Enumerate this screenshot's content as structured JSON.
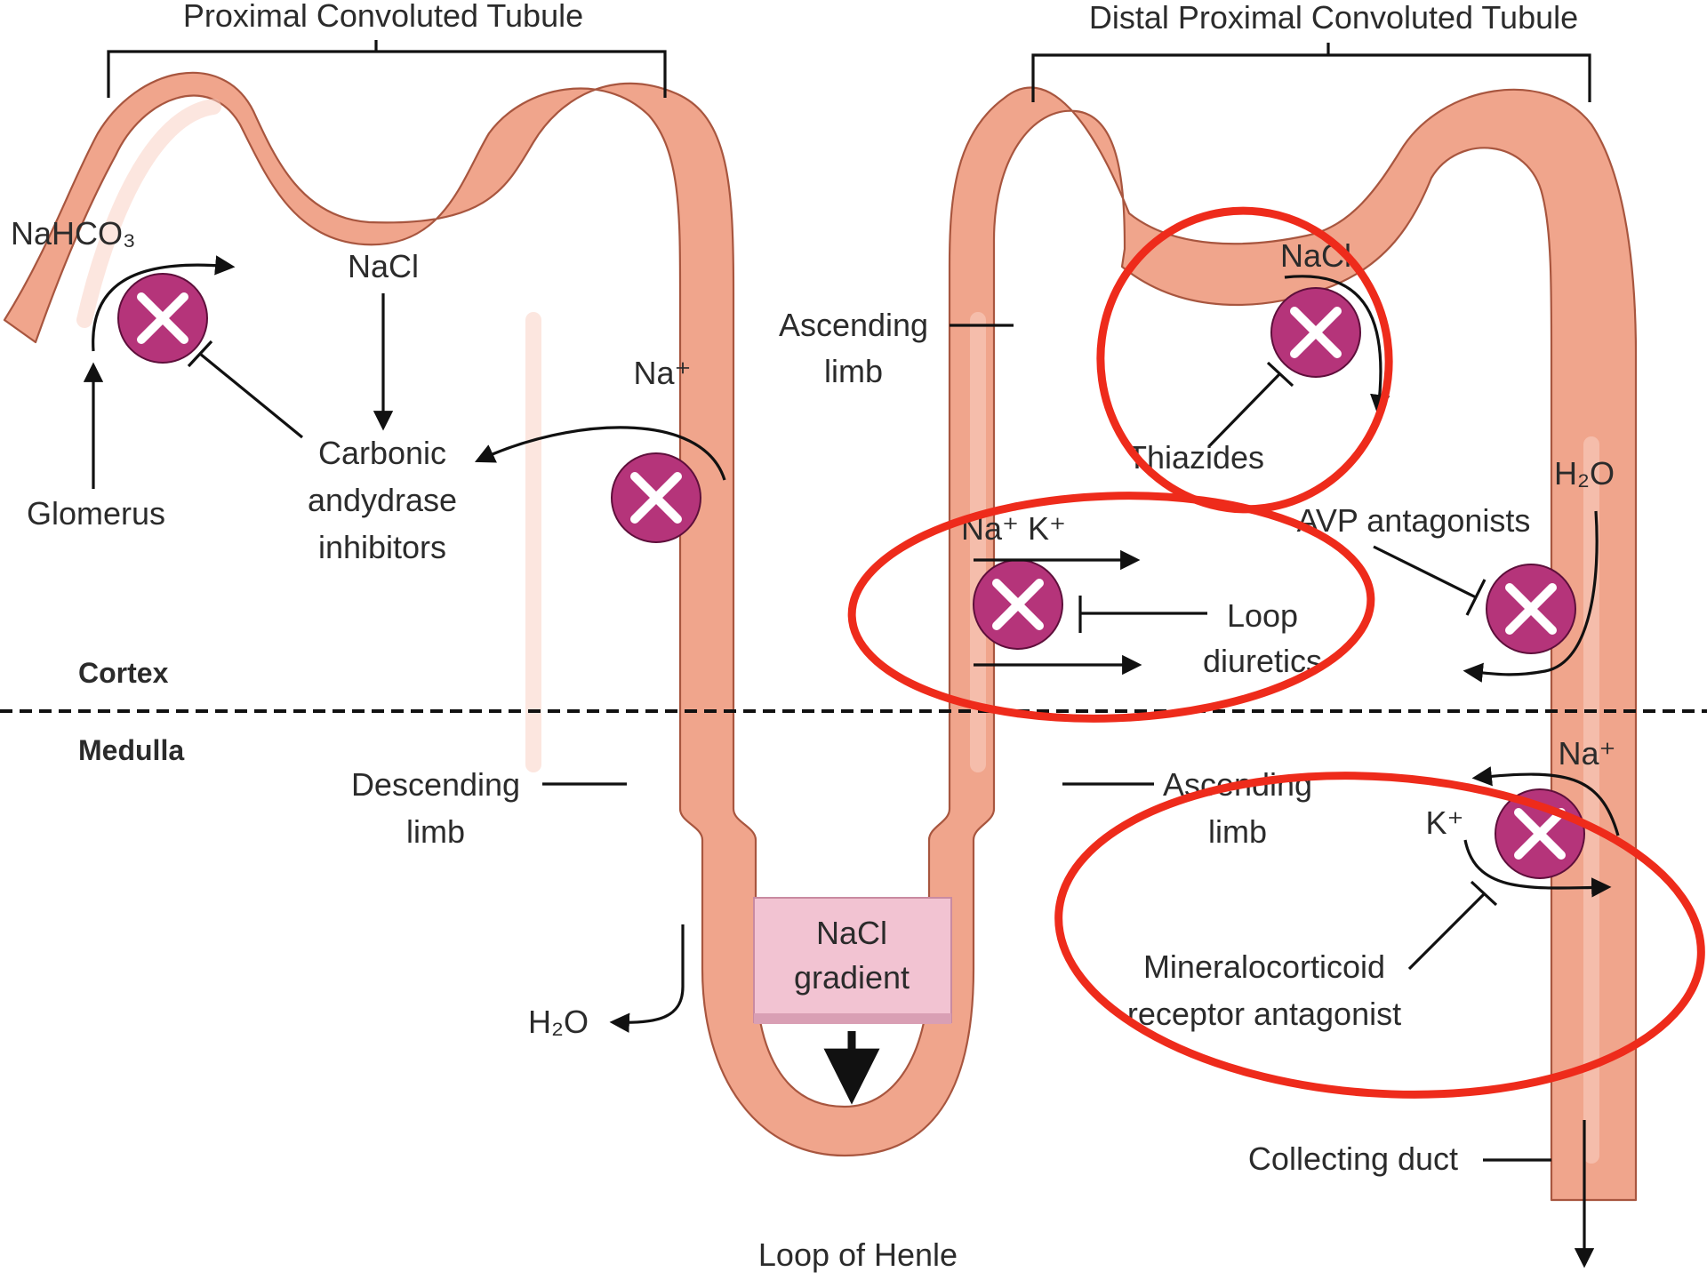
{
  "headers": {
    "proximal": "Proximal Convoluted Tubule",
    "distal": "Distal Proximal Convoluted Tubule"
  },
  "labels": {
    "nahco3": "NaHCO₃",
    "nacl_top": "NaCl",
    "na_plus_pct": "Na⁺",
    "carbonic_1": "Carbonic",
    "carbonic_2": "andydrase",
    "carbonic_3": "inhibitors",
    "glomerus": "Glomerus",
    "asc_limb_top_1": "Ascending",
    "asc_limb_top_2": "limb",
    "nacl_distal": "NaCl",
    "thiazides": "Thiazides",
    "h2o_cd": "H₂O",
    "avp": "AVP antagonists",
    "na_k": "Na⁺ K⁺",
    "loop_1": "Loop",
    "loop_2": "diuretics",
    "cortex": "Cortex",
    "medulla": "Medulla",
    "na_plus_cd": "Na⁺",
    "k_plus_cd": "K⁺",
    "desc_limb_1": "Descending",
    "desc_limb_2": "limb",
    "asc_limb_bot_1": "Ascending",
    "asc_limb_bot_2": "limb",
    "gradient_1": "NaCl",
    "gradient_2": "gradient",
    "h2o_desc": "H₂O",
    "mra_1": "Mineralocorticoid",
    "mra_2": "receptor antagonist",
    "collecting_duct": "Collecting duct",
    "loop_of_henle": "Loop of Henle"
  },
  "colors": {
    "tubule": "#f0a58c",
    "blocker": "#b5347a",
    "highlight_oval": "#ee2b1b",
    "gradient_box": "#f2c3d2"
  }
}
